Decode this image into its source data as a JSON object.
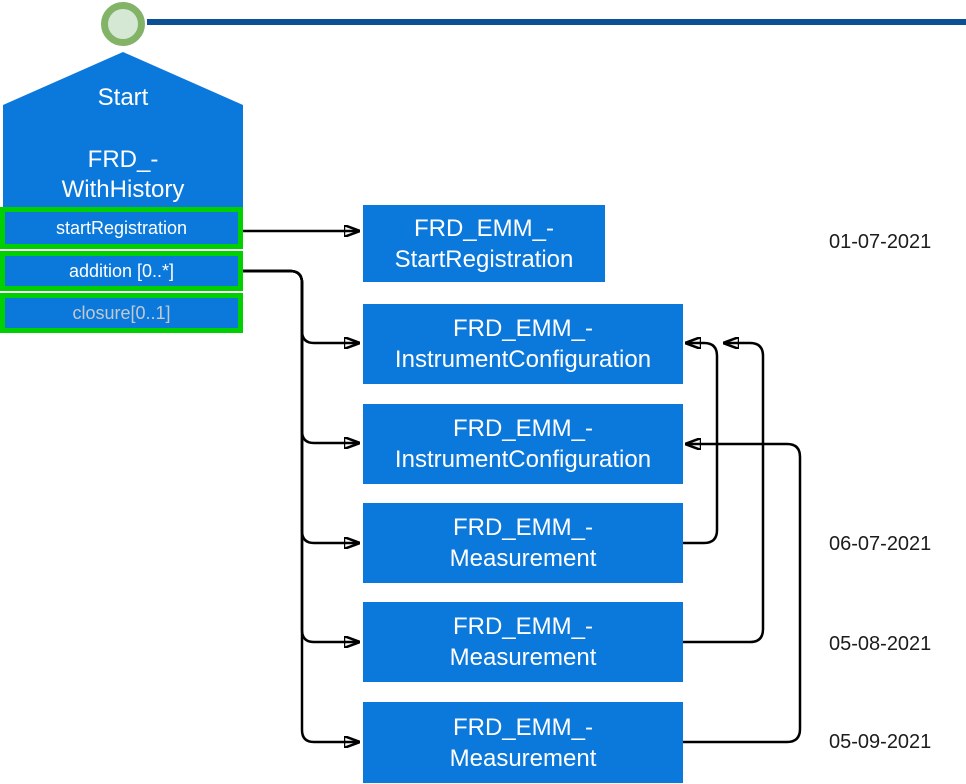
{
  "start": {
    "title": "Start",
    "name_line1": "FRD_-",
    "name_line2": "WithHistory"
  },
  "attributes": [
    {
      "label": "startRegistration",
      "state": "active"
    },
    {
      "label": "addition [0..*]",
      "state": "active"
    },
    {
      "label": "closure[0..1]",
      "state": "disabled"
    }
  ],
  "nodes": [
    {
      "line1": "FRD_EMM_-",
      "line2": "StartRegistration"
    },
    {
      "line1": "FRD_EMM_-",
      "line2": "InstrumentConfiguration"
    },
    {
      "line1": "FRD_EMM_-",
      "line2": "InstrumentConfiguration"
    },
    {
      "line1": "FRD_EMM_-",
      "line2": "Measurement"
    },
    {
      "line1": "FRD_EMM_-",
      "line2": "Measurement"
    },
    {
      "line1": "FRD_EMM_-",
      "line2": "Measurement"
    }
  ],
  "dates": [
    "01-07-2021",
    "06-07-2021",
    "05-08-2021",
    "05-09-2021"
  ],
  "colors": {
    "node-blue": "#0b78dc",
    "timeline-navy": "#0d4f94",
    "highlight-green": "#00cf00",
    "circle-ring": "#82b366",
    "circle-fill": "#d5e8d4",
    "disabled-text": "#c3c9cf",
    "text-dark": "#1c1c1c"
  }
}
